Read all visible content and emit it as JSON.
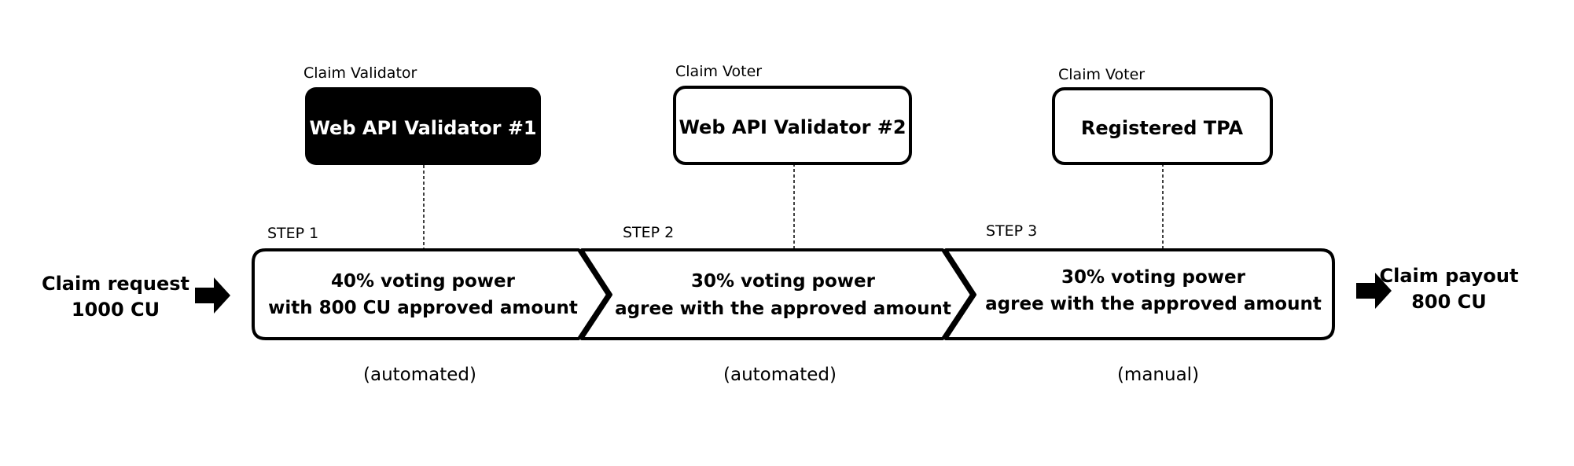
{
  "input": {
    "line1": "Claim request",
    "line2": "1000 CU"
  },
  "output": {
    "line1": "Claim payout",
    "line2": "800 CU"
  },
  "roles": [
    {
      "role_label": "Claim Validator",
      "name": "Web API Validator #1",
      "style": "filled"
    },
    {
      "role_label": "Claim Voter",
      "name": "Web API Validator #2",
      "style": "outline"
    },
    {
      "role_label": "Claim Voter",
      "name": "Registered TPA",
      "style": "outline"
    }
  ],
  "steps": [
    {
      "label": "STEP 1",
      "line1": "40% voting power",
      "line2": "with 800 CU approved amount",
      "mode": "(automated)"
    },
    {
      "label": "STEP 2",
      "line1": "30% voting power",
      "line2": "agree with the approved amount",
      "mode": "(automated)"
    },
    {
      "label": "STEP 3",
      "line1": "30% voting power",
      "line2": "agree with the approved amount",
      "mode": "(manual)"
    }
  ],
  "colors": {
    "stroke": "#000000",
    "filled_box": "#000000",
    "filled_text": "#ffffff",
    "background": "#ffffff"
  }
}
